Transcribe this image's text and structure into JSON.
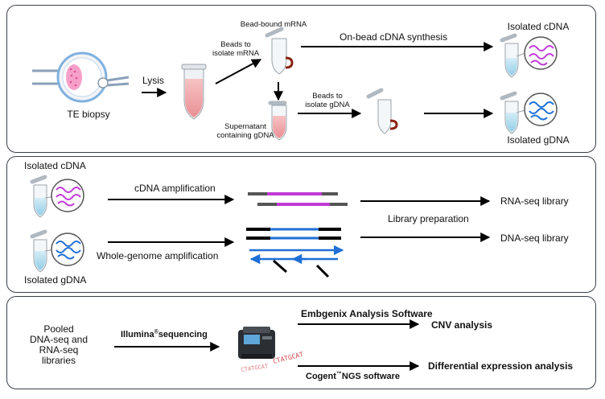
{
  "panel1": {
    "te_biopsy": "TE biopsy",
    "lysis": "Lysis",
    "beads_mrna": "Beads to\nisolate mRNA",
    "bead_bound_mrna": "Bead-bound  mRNA",
    "on_bead_synthesis": "On-bead cDNA synthesis",
    "isolated_cdna": "Isolated cDNA",
    "supernatant": "Supernatant\ncontaining gDNA",
    "beads_gdna": "Beads to\nisolate gDNA",
    "isolated_gdna": "Isolated gDNA"
  },
  "panel2": {
    "isolated_cdna": "Isolated cDNA",
    "cdna_amplification": "cDNA amplification",
    "isolated_gdna": "Isolated gDNA",
    "wga": "Whole-genome amplification",
    "library_preparation": "Library preparation",
    "rnaseq_library": "RNA-seq library",
    "dnaseq_library": "DNA-seq library"
  },
  "panel3": {
    "pooled": "Pooled\nDNA-seq and\nRNA-seq\nlibraries",
    "illumina": "Illumina",
    "illumina_reg": "®",
    "sequencing": "sequencing",
    "embgenix": "Embgenix Analysis Software",
    "cnv": "CNV analysis",
    "cogent": "Cogent",
    "cogent_tm": "™",
    "ngs_software": "NGS software",
    "differential": "Differential expression analysis",
    "sequence_text": "CTATGCAT"
  },
  "colors": {
    "border": "#3a4048",
    "arrow": "#000000",
    "tube_pink": "#f2a7aa",
    "tube_blue": "#b9dff0",
    "magenta": "#c03ad6",
    "dna_blue": "#1f6fd6",
    "magnet_red": "#8a2314"
  }
}
